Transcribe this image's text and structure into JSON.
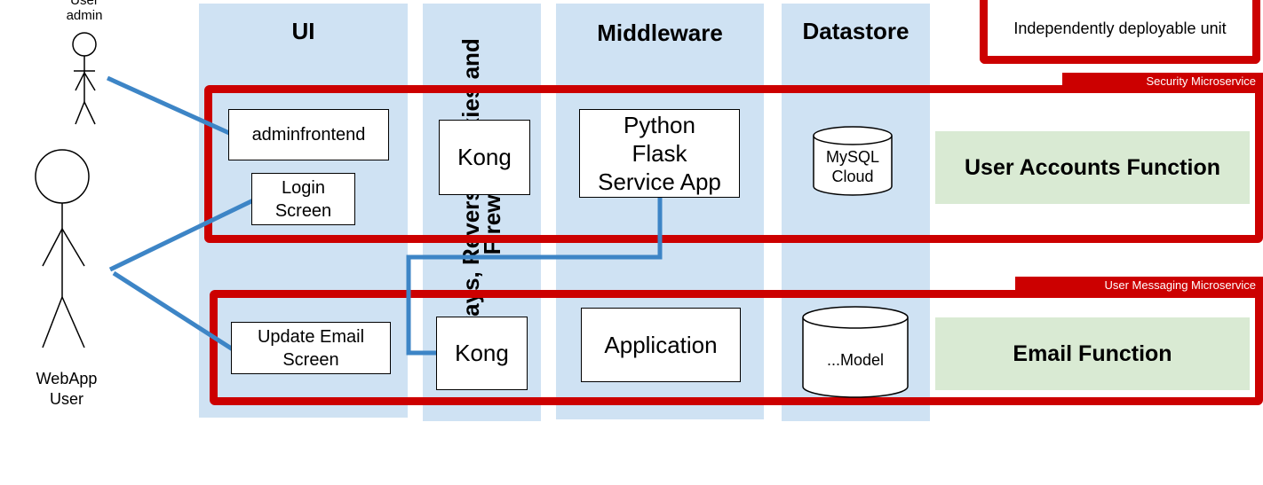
{
  "legend": {
    "label": "Independently deployable unit"
  },
  "columns": {
    "ui": "UI",
    "gateway_line1": "Gateways, Reverse Proxies and",
    "gateway_line2": "Firewall",
    "middleware": "Middleware",
    "datastore": "Datastore"
  },
  "actors": {
    "admin_line1": "User",
    "admin_line2": "admin",
    "webapp_line1": "WebApp",
    "webapp_line2": "User"
  },
  "microservices": {
    "security": {
      "tag": "Security Microservice",
      "ui_box1": "adminfrontend",
      "ui_box2_line1": "Login",
      "ui_box2_line2": "Screen",
      "gateway": "Kong",
      "middleware_line1": "Python",
      "middleware_line2": "Flask",
      "middleware_line3": "Service App",
      "db_line1": "MySQL",
      "db_line2": "Cloud",
      "function": "User Accounts Function"
    },
    "messaging": {
      "tag": "User Messaging Microservice",
      "ui_box_line1": "Update Email",
      "ui_box_line2": "Screen",
      "gateway": "Kong",
      "middleware": "Application",
      "db": "...Model",
      "function": "Email Function"
    }
  },
  "colors": {
    "column_bg": "#cfe2f3",
    "frame_red": "#cc0000",
    "connector_blue": "#3d85c6",
    "function_bg": "#d9ead3"
  }
}
